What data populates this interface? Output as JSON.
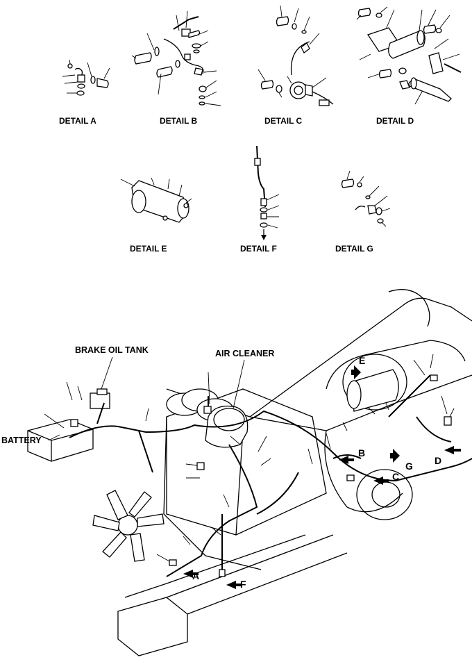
{
  "details": {
    "a": "DETAIL   A",
    "b": "DETAIL   B",
    "c": "DETAIL   C",
    "d": "DETAIL   D",
    "e": "DETAIL   E",
    "f": "DETAIL   F",
    "g": "DETAIL   G"
  },
  "labels": {
    "brake_oil_tank": "BRAKE OIL TANK",
    "air_cleaner": "AIR CLEANER",
    "battery": "BATTERY"
  },
  "arrows": {
    "a": "A",
    "b": "B",
    "c": "C",
    "d": "D",
    "e": "E",
    "f": "F",
    "g": "G"
  }
}
